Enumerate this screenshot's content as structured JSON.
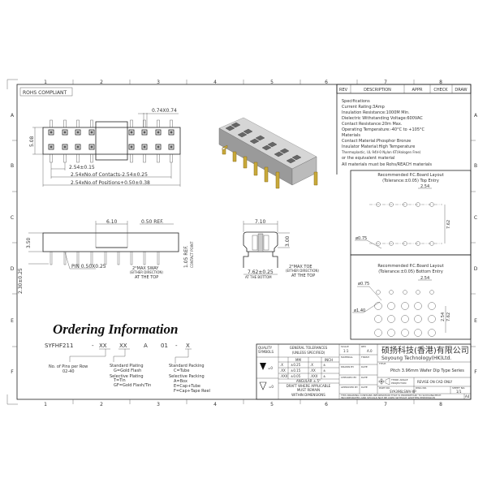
{
  "border": {
    "column_labels": [
      "1",
      "2",
      "3",
      "4",
      "5",
      "6",
      "7",
      "8"
    ],
    "row_labels": [
      "A",
      "B",
      "C",
      "D",
      "E",
      "F"
    ]
  },
  "rohs_label": "ROHS COMPLIANT",
  "revision_table": {
    "rev": "REV",
    "description": "DESCRIPTION",
    "appr": "APPR",
    "check": "CHECK",
    "draw": "DRAW"
  },
  "specifications": [
    "Specifications",
    "Current Rating:3Amp",
    "Insulation Resistance:1000M Min.",
    "Dielectric Withstanding Voltage:600VAC",
    "Contact Resistance:20m Max.",
    "Operating Temperature:-40°C to +105°C",
    "Materials",
    "Contact Material:Phosphor Bronze",
    "Insulator Material:High Temperature",
    "Thermoplastic, UL 94V-0 Nylon 6T(Halogen Free)",
    "or the equivalent material",
    "All materials must be Rohs/REACH materials"
  ],
  "top_view": {
    "pin_size": "0.74X0.74",
    "row_pitch": "5.08",
    "pitch": "2.54±0.15",
    "contacts_length": "2.54xNo.of Contacts-2.54±0.25",
    "positions_length": "2.54xNo.of Positions+0.50±0.38"
  },
  "side_view": {
    "window": "6.10",
    "ref": "0.50 REF.",
    "height": "3.50",
    "tail": "2.30±0.25",
    "pin": "PIN 0.50X0.25",
    "sway_1": "2°MAX SWAY",
    "sway_2": "(EITHER DIRECTION)",
    "sway_3": "AT THE TOP",
    "contact_ref": "1.05 REF.",
    "contact_point": "CONTACT POINT"
  },
  "end_view": {
    "width": "7.10",
    "height": "3.00",
    "row_spacing": "7.62±0.25",
    "at_bottom": "AT THE BOTTOM",
    "toe_1": "2°MAX TOE",
    "toe_2": "(EITHER DIRECTION)",
    "toe_3": "AT THE TOP"
  },
  "pcb_top": {
    "title_1": "Recommended P.C.Board Layout",
    "title_2": "(Tolerance:±0.05) Top Entry",
    "pitch": "2.54",
    "row": "7.62",
    "hole": "ø0.75"
  },
  "pcb_bottom": {
    "title_1": "Recommended P.C.Board Layout",
    "title_2": "(Tolerance:±0.05) Bottom Entry",
    "pitch": "2.54",
    "hole_small": "ø0.75",
    "hole_large": "ø1.40",
    "row_pitch": "2.54",
    "row": "7.62"
  },
  "ordering": {
    "title": "Ordering Information",
    "code": {
      "prefix": "SYFHF211",
      "sep1": "-",
      "pins": "XX",
      "plating": "XX",
      "type": "A",
      "series": "01",
      "sep2": "-",
      "packing": "X"
    },
    "pins_desc": [
      "No. of Pins per Row",
      "02-40"
    ],
    "plating_desc": [
      "Standard Plating",
      "G=Gold Flash",
      "Selective Plating",
      "T=Tin",
      "GF=Gold Flash/Tin"
    ],
    "packing_desc": [
      "Standard Packing",
      "C=Tube",
      "Selective Packing",
      "A=Box",
      "E=Cap+Tube",
      "F=Cap+Tape Reel"
    ]
  },
  "title_block": {
    "quality_symbols": [
      "QUALITY",
      "SYMBOLS"
    ],
    "tolerances_header": [
      "GENERAL TOLERANCES",
      "(UNLESS SPECIFIED)"
    ],
    "mm": "MM",
    "inch": "INCH",
    "rows": [
      {
        "mm_key": ".X",
        "mm_val": "±0.25",
        "in_key": ".X",
        "in_val": "±"
      },
      {
        "mm_key": ".XX",
        "mm_val": "±0.15",
        "in_key": ".XX",
        "in_val": "±"
      },
      {
        "mm_key": ".XXX",
        "mm_val": "±0.05",
        "in_key": ".XXX",
        "in_val": "±"
      }
    ],
    "angular": "ANGULAR ±.5°",
    "draft": [
      "DRAFT WHERE APPLICABLE",
      "MUST REMAIN",
      "WITHIN DIMENSIONS"
    ],
    "symbol_1": "=0",
    "symbol_2": "=0",
    "scale_label": "SCALE",
    "scale": "1:1",
    "rev_label": "REV",
    "rev": "A.0",
    "material_label": "MATERIAL",
    "finish_label": "FINISH",
    "drawn_label": "DRAWN BY",
    "checked_label": "CHECKED BY",
    "approved_label": "APPROVED BY",
    "date_label": "DATE",
    "company_cn": "硕扬科技(香港)有限公司",
    "company_en": "Soyoung Technology(HK)Ltd.",
    "title_label": "TITLE:",
    "title": "Pitch 3.96mm Wafer Dip Type Series",
    "projection": [
      "THIRD ANGLE",
      "PROJECTION"
    ],
    "revise_note": "REVISE ON CAD ONLY",
    "part_no_label": "PART NO.",
    "part_no": "SYA396LSWV-XP",
    "dwg_no_label": "DWG NO.",
    "sheet_label": "SHEET NO.",
    "sheet": "1/1",
    "notice": [
      "THIS DRAWING CONTAINS INFORMATION THAT IS PROPRIETARY TO SOYOUNGTECH",
      "INCORPORATED AND SHOULD NOT BE USED WITHOUT WRITTEN PERMISSION"
    ],
    "size": "A4"
  }
}
